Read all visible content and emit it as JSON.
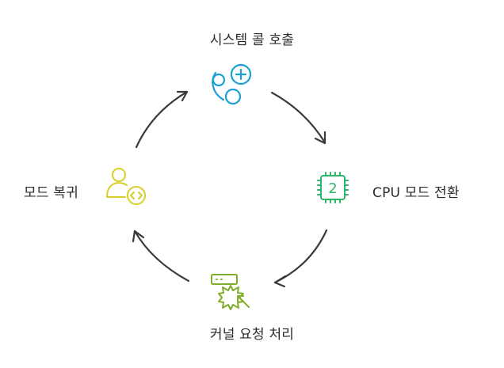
{
  "steps": [
    {
      "id": "system-call",
      "label": "시스템 콜 호출",
      "icon": "phone-plus-icon",
      "color": "#1c9fd6"
    },
    {
      "id": "cpu-mode-switch",
      "label": "CPU 모드 전환",
      "icon": "chip-icon",
      "color": "#2fb56a",
      "icon_text": "2"
    },
    {
      "id": "kernel-request",
      "label": "커널 요청 처리",
      "icon": "server-burst-icon",
      "color": "#7fae2a"
    },
    {
      "id": "mode-return",
      "label": "모드 복귀",
      "icon": "user-code-icon",
      "color": "#d8cf2a"
    }
  ],
  "arrow_color": "#3a3a3a"
}
